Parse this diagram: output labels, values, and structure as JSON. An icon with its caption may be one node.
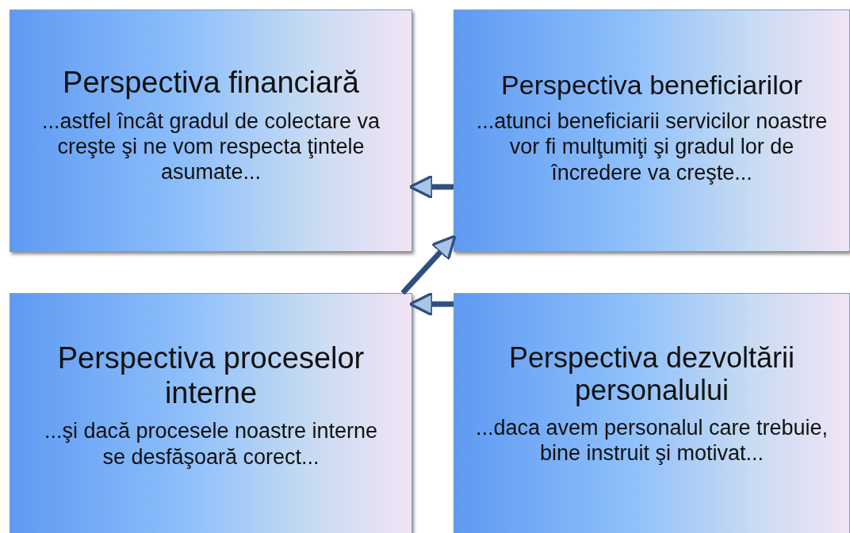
{
  "diagram": {
    "nodes": [
      {
        "text": [
          "Perspectiva financiară",
          "...astfel încât gradul de colectare va creşte şi ne vom respecta ţintele asumate..."
        ]
      },
      {
        "text": [
          "Perspectiva beneficiarilor",
          "...atunci beneficiarii servicilor noastre vor fi mulţumiţi şi gradul lor de încredere va creşte..."
        ]
      },
      {
        "text": [
          "Perspectiva proceselor interne",
          "...şi dacă procesele noastre interne se desfăşoară corect..."
        ]
      },
      {
        "text": [
          "Perspectiva dezvoltării personalului",
          "...daca avem personalul care trebuie, bine instruit şi motivat..."
        ]
      }
    ],
    "edges": [
      {
        "from": 3,
        "to": 2,
        "arrow": "to"
      },
      {
        "from": 2,
        "to": 1,
        "arrow": "to"
      },
      {
        "from": 1,
        "to": 0,
        "arrow": "to"
      }
    ]
  }
}
